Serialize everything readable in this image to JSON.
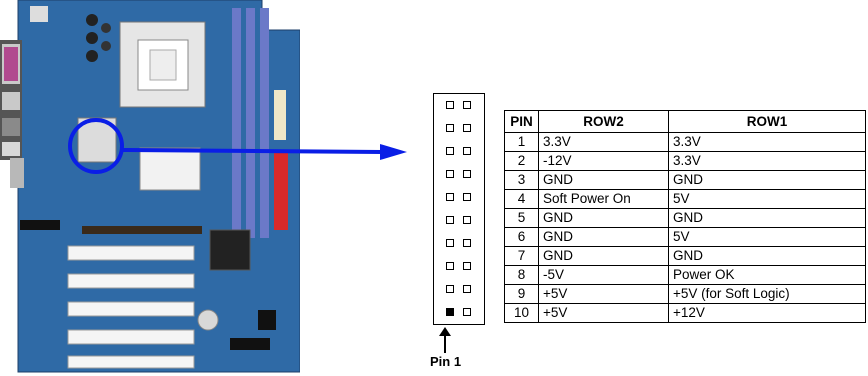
{
  "table": {
    "headers": [
      "PIN",
      "ROW2",
      "ROW1"
    ],
    "rows": [
      {
        "pin": "1",
        "row2": "3.3V",
        "row1": "3.3V"
      },
      {
        "pin": "2",
        "row2": "-12V",
        "row1": "3.3V"
      },
      {
        "pin": "3",
        "row2": "GND",
        "row1": "GND"
      },
      {
        "pin": "4",
        "row2": "Soft Power On",
        "row1": "5V"
      },
      {
        "pin": "5",
        "row2": "GND",
        "row1": "GND"
      },
      {
        "pin": "6",
        "row2": "GND",
        "row1": "5V"
      },
      {
        "pin": "7",
        "row2": "GND",
        "row1": "GND"
      },
      {
        "pin": "8",
        "row2": "-5V",
        "row1": "Power OK"
      },
      {
        "pin": "9",
        "row2": "+5V",
        "row1": "+5V (for Soft Logic)"
      },
      {
        "pin": "10",
        "row2": "+5V",
        "row1": "+12V"
      }
    ]
  },
  "connector": {
    "label": "Pin 1",
    "pin_rows": 10
  },
  "colors": {
    "highlight": "#0a1ee6",
    "board": "#2e6aa8"
  }
}
